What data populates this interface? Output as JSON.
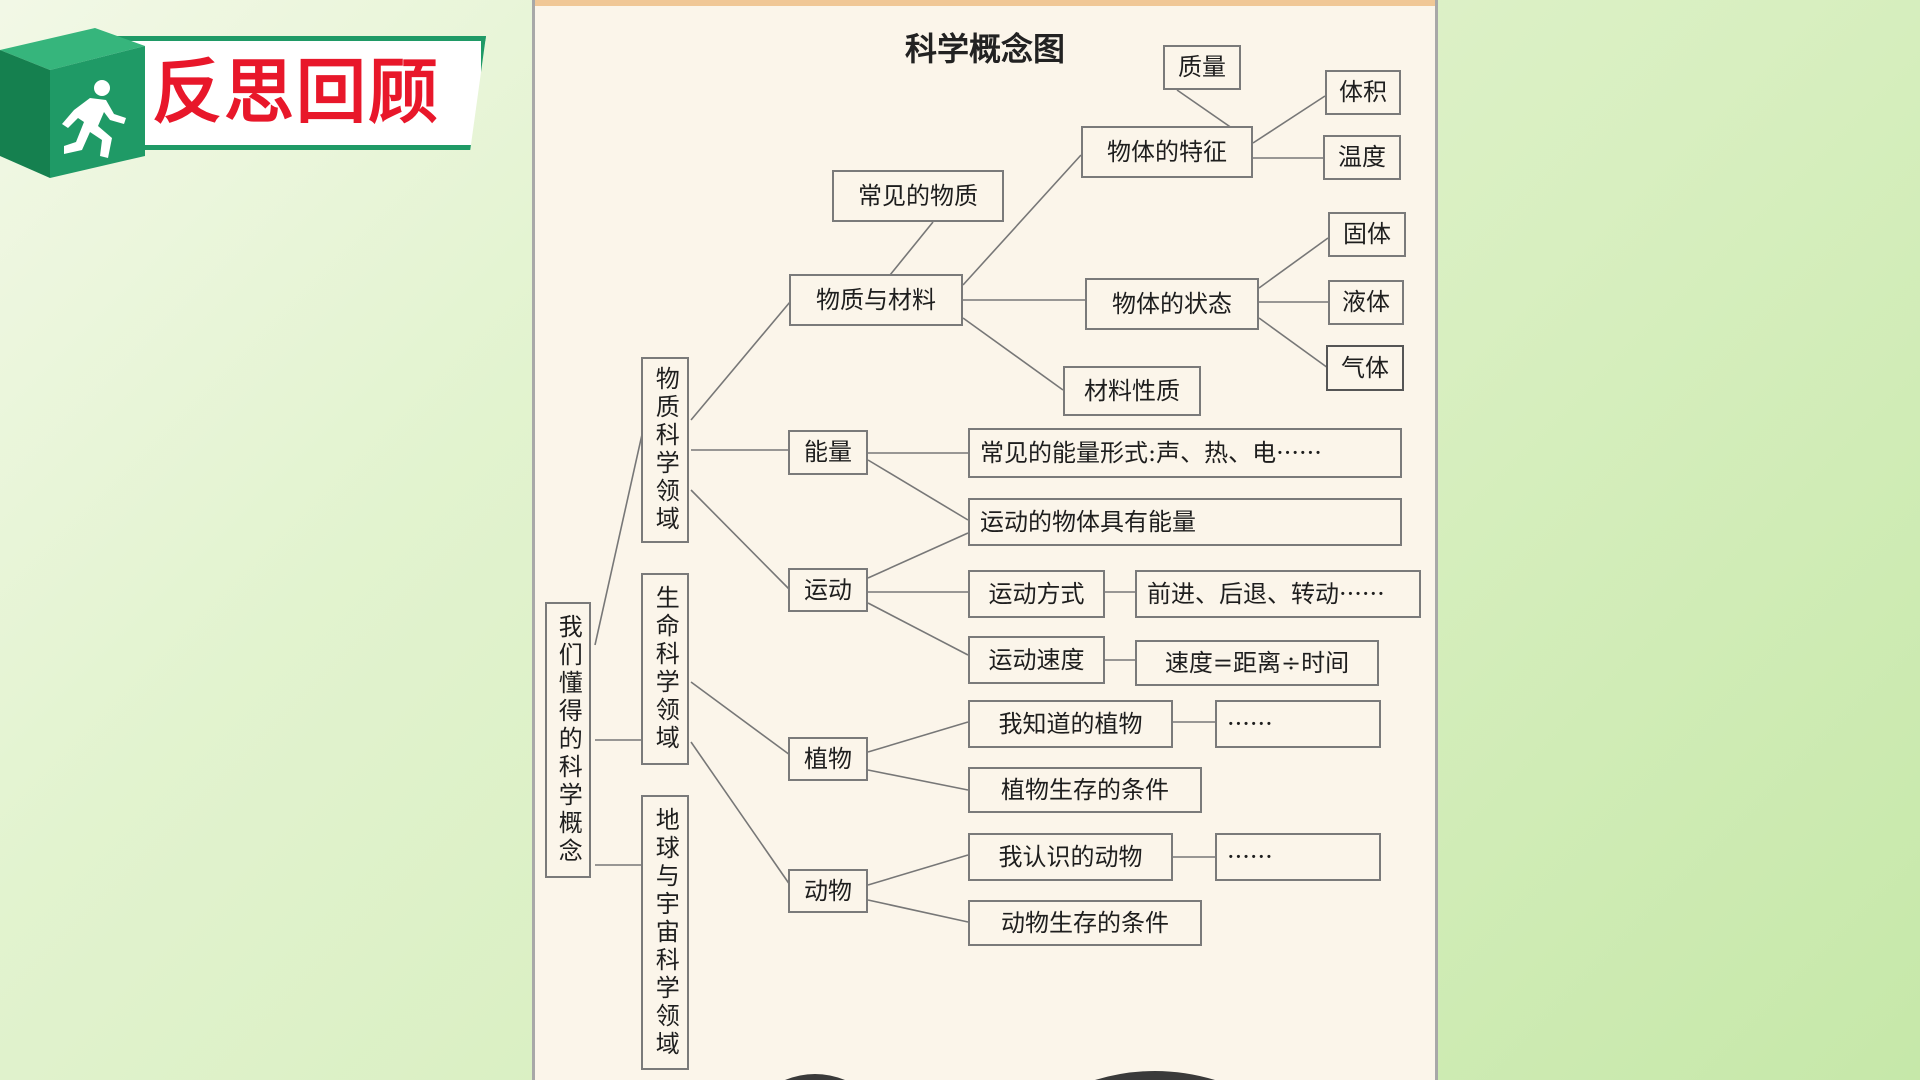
{
  "banner": {
    "title": "反思回顾",
    "brand_color": "#1f9a66",
    "title_color": "#e8172a",
    "icon": "running-figure-icon"
  },
  "diagram": {
    "title": "科学概念图",
    "root": "我们懂得的科学概念",
    "domains": {
      "matter": "物质科学领域",
      "life": "生命科学领域",
      "earth": "地球与宇宙科学领域"
    },
    "matter_branch": {
      "material": "物质与材料",
      "common": "常见的物质",
      "features": "物体的特征",
      "mass": "质量",
      "volume": "体积",
      "temperature": "温度",
      "states": "物体的状态",
      "solid": "固体",
      "liquid": "液体",
      "gas": "气体",
      "props": "材料性质"
    },
    "energy_branch": {
      "energy": "能量",
      "forms": "常见的能量形式:声、热、电······",
      "moving_energy": "运动的物体具有能量"
    },
    "motion_branch": {
      "motion": "运动",
      "ways": "运动方式",
      "ways_detail": "前进、后退、转动······",
      "speed": "运动速度",
      "speed_formula": "速度=距离÷时间"
    },
    "plant_branch": {
      "plant": "植物",
      "known": "我知道的植物",
      "known_more": "······",
      "conditions": "植物生存的条件"
    },
    "animal_branch": {
      "animal": "动物",
      "known": "我认识的动物",
      "known_more": "······",
      "conditions": "动物生存的条件"
    }
  }
}
